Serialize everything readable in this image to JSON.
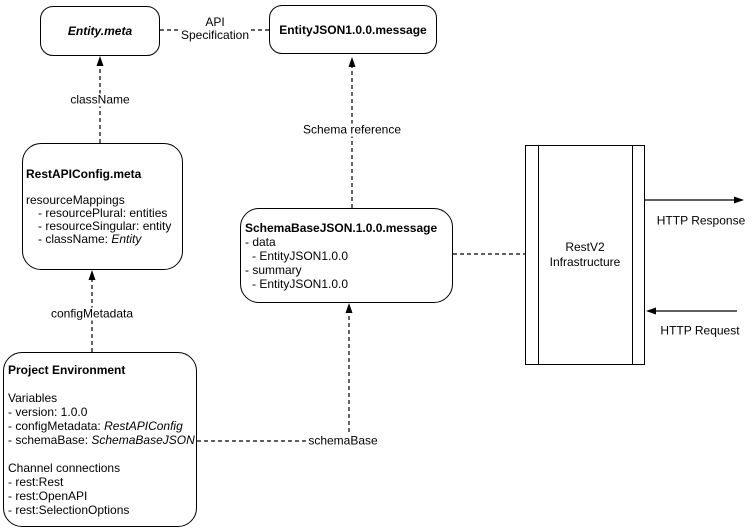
{
  "boxes": {
    "entity_meta": {
      "title": "Entity.meta"
    },
    "entity_json": {
      "title": "EntityJSON1.0.0.message"
    },
    "rest_api_config": {
      "title": "RestAPIConfig.meta",
      "section_header": "resourceMappings",
      "item1": "- resourcePlural: entities",
      "item2": "- resourceSingular: entity",
      "item3_prefix": "- className: ",
      "item3_value": "Entity"
    },
    "schema_base_json": {
      "title": "SchemaBaseJSON.1.0.0.message",
      "line1": "- data",
      "line2": "- EntityJSON1.0.0",
      "line3": "- summary",
      "line4": "- EntityJSON1.0.0"
    },
    "project_environment": {
      "title": "Project Environment",
      "variables_header": "Variables",
      "var1": "- version: 1.0.0",
      "var2_prefix": "- configMetadata: ",
      "var2_value": "RestAPIConfig",
      "var3_prefix": "- schemaBase: ",
      "var3_value": "SchemaBaseJSON",
      "channels_header": "Channel connections",
      "channel1": "- rest:Rest",
      "channel2": "- rest:OpenAPI",
      "channel3": "- rest:SelectionOptions"
    },
    "restv2": {
      "line1": "RestV2",
      "line2": "Infrastructure"
    }
  },
  "connector_labels": {
    "api_specification_line1": "API",
    "api_specification_line2": "Specification",
    "class_name": "className",
    "config_metadata": "configMetadata",
    "schema_reference": "Schema reference",
    "schema_base": "schemaBase",
    "http_response": "HTTP Response",
    "http_request": "HTTP Request"
  },
  "colors": {
    "stroke": "#000000",
    "box_fill": "#ffffff",
    "text": "#000000"
  }
}
